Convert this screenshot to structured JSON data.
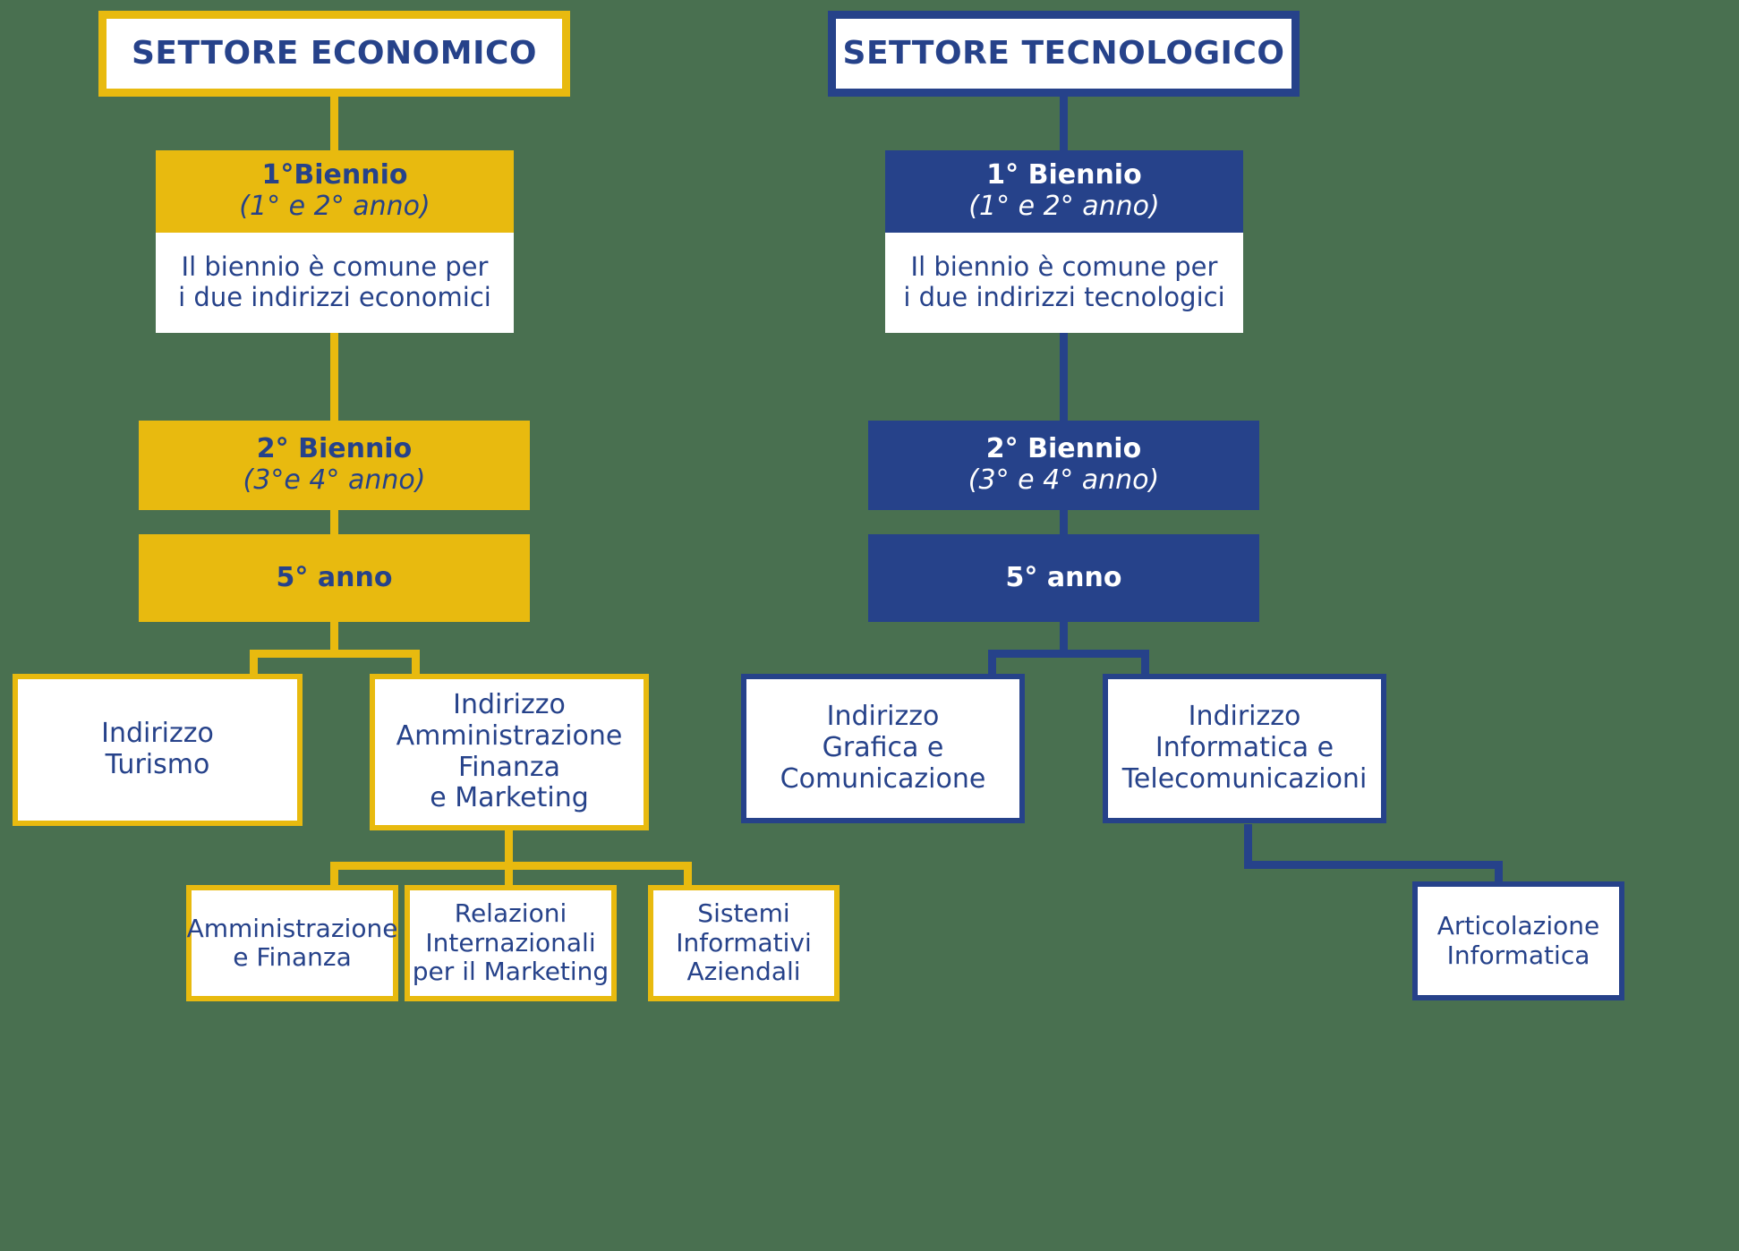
{
  "colors": {
    "background": "#497050",
    "yellow": "#e8ba0f",
    "blue": "#26428a",
    "white": "#ffffff"
  },
  "chart_data": {
    "type": "diagram",
    "title": "Percorsi di studio - Settore Economico e Settore Tecnologico",
    "branches": [
      "SETTORE ECONOMICO",
      "SETTORE TECNOLOGICO"
    ]
  },
  "economico": {
    "header": "SETTORE ECONOMICO",
    "biennio1": {
      "title": "1°Biennio",
      "subtitle": "(1° e 2° anno)"
    },
    "note": {
      "line1": "Il biennio è comune per",
      "line2": "i due indirizzi economici"
    },
    "biennio2": {
      "title": "2° Biennio",
      "subtitle": "(3°e 4° anno)"
    },
    "anno5": "5° anno",
    "indirizzi": [
      {
        "line1": "Indirizzo",
        "line2": "Turismo",
        "line3": "",
        "line4": ""
      },
      {
        "line1": "Indirizzo",
        "line2": "Amministrazione",
        "line3": "Finanza",
        "line4": "e Marketing"
      }
    ],
    "articolazioni": [
      {
        "line1": "Amministrazione",
        "line2": "e Finanza",
        "line3": ""
      },
      {
        "line1": "Relazioni",
        "line2": "Internazionali",
        "line3": "per il Marketing"
      },
      {
        "line1": "Sistemi",
        "line2": "Informativi",
        "line3": "Aziendali"
      }
    ]
  },
  "tecnologico": {
    "header": "SETTORE TECNOLOGICO",
    "biennio1": {
      "title": "1° Biennio",
      "subtitle": "(1° e 2° anno)"
    },
    "note": {
      "line1": "Il biennio è comune per",
      "line2": "i due indirizzi tecnologici"
    },
    "biennio2": {
      "title": "2° Biennio",
      "subtitle": "(3° e 4° anno)"
    },
    "anno5": "5° anno",
    "indirizzi": [
      {
        "line1": "Indirizzo",
        "line2": "Grafica e",
        "line3": "Comunicazione"
      },
      {
        "line1": "Indirizzo",
        "line2": "Informatica e",
        "line3": "Telecomunicazioni"
      }
    ],
    "articolazioni": [
      {
        "line1": "Articolazione",
        "line2": "Informatica"
      }
    ]
  }
}
